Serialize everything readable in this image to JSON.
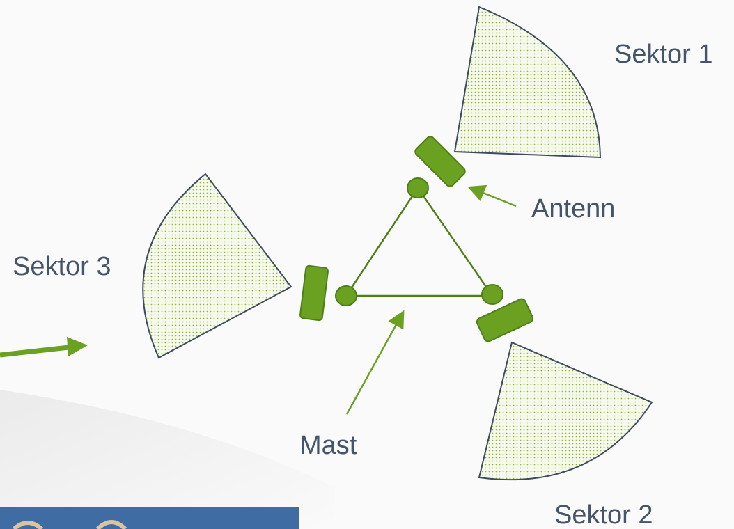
{
  "diagram": {
    "labels": {
      "sector1": "Sektor 1",
      "sector2": "Sektor 2",
      "sector3": "Sektor 3",
      "antenna": "Antenn",
      "mast": "Mast"
    },
    "colors": {
      "green": "#6aa121",
      "green_dark": "#4e7f16",
      "sector_fill": "#f4f9e8",
      "sector_stroke": "#3b4a5e",
      "text": "#44546a",
      "photo_blue": "#3f6da3"
    }
  }
}
